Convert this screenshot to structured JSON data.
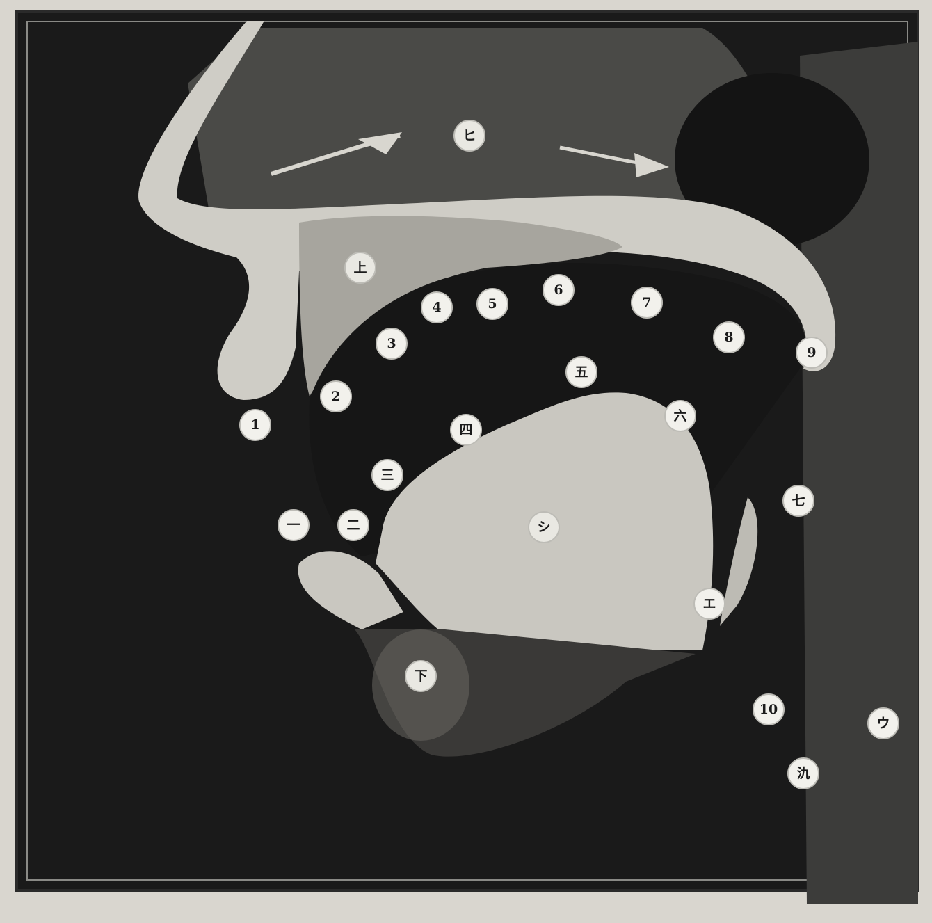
{
  "labels": {
    "nose": "ヒ",
    "upper": "上",
    "tongue": "シ",
    "lower": "下",
    "n1": "1",
    "n2": "2",
    "n3": "3",
    "n4": "4",
    "n5": "5",
    "n6": "6",
    "n7": "7",
    "n8": "8",
    "n9": "9",
    "n10": "10",
    "k_one": "一",
    "k_two": "二",
    "k_three": "三",
    "k_four": "四",
    "k_five": "五",
    "k_six": "六",
    "k_seven": "七",
    "k_eight": "エ",
    "throat_a": "ウ",
    "throat_b": "氿"
  }
}
